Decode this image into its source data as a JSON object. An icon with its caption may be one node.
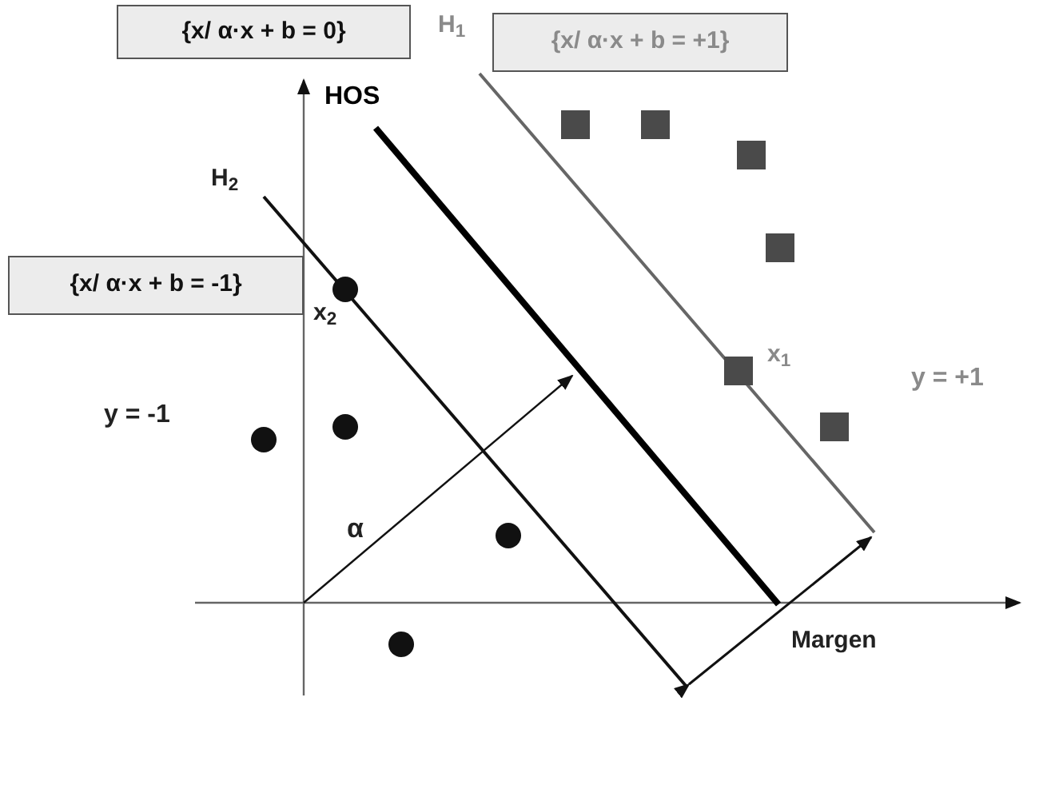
{
  "diagram": {
    "nodes": [
      {
        "text": [
          "{x/ α·x + b = 0}"
        ]
      },
      {
        "text": [
          "{x/ α·x + b = +1}"
        ]
      },
      {
        "text": [
          "{x/ α·x + b = -1}"
        ]
      }
    ],
    "labels": [
      "H$_{1}$",
      "HOS",
      "H$_{2}$",
      "x$_{2}$",
      "x$_{1}$",
      "y = +1",
      "y = -1",
      "α",
      "Margen"
    ]
  }
}
